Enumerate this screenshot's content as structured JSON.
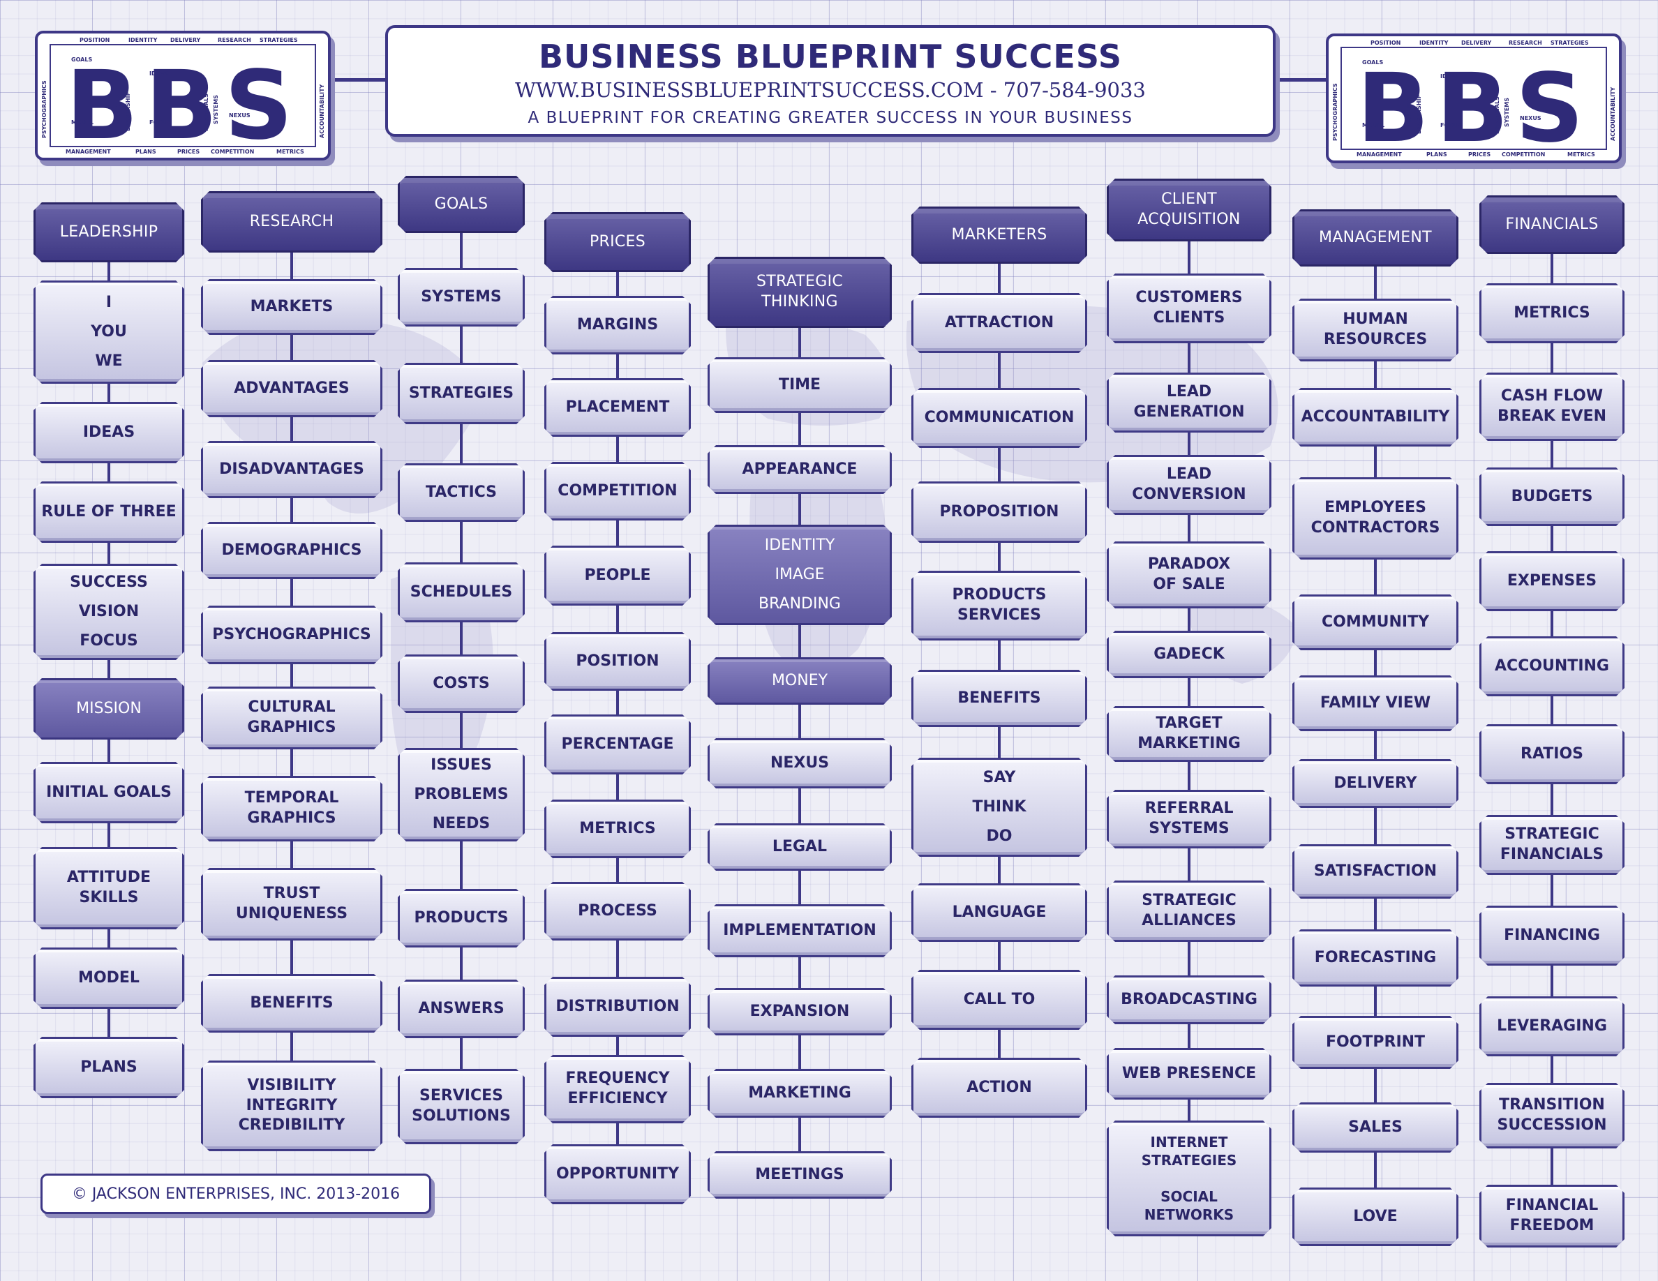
{
  "header": {
    "title": "BUSINESS BLUEPRINT SUCCESS",
    "web": "WWW.BUSINESSBLUEPRINTSUCCESS.COM - 707-584-9033",
    "tagline": "A BLUEPRINT FOR CREATING GREATER SUCCESS IN YOUR BUSINESS"
  },
  "logo": {
    "letters": "BBS",
    "top_labels": [
      "POSITION",
      "IDENTITY",
      "DELIVERY",
      "RESEARCH",
      "STRATEGIES"
    ],
    "bottom_labels": [
      "MANAGEMENT",
      "PLANS",
      "PRICES",
      "COMPETITION",
      "METRICS"
    ],
    "side_left": "PSYCHOGRAPHICS",
    "side_right": "ACCOUNTABILITY",
    "inner_labels": [
      "GOALS",
      "MODEL",
      "IDEAS",
      "FOCUS",
      "MARKETS",
      "LEADERSHIP",
      "FINANCIALS",
      "SYSTEMS",
      "NEXUS"
    ]
  },
  "copyright": "© JACKSON ENTERPRISES, INC. 2013-2016",
  "colors": {
    "primary": "#3d3786",
    "accent": "#5a549e",
    "light": "#dcdcee"
  },
  "columns": [
    {
      "head": "LEADERSHIP",
      "items": [
        {
          "text": "I\nYOU\nWE"
        },
        {
          "text": "IDEAS"
        },
        {
          "text": "RULE OF THREE"
        },
        {
          "text": "SUCCESS\nVISION\nFOCUS"
        },
        {
          "text": "MISSION",
          "dark": true
        },
        {
          "text": "INITIAL GOALS"
        },
        {
          "text": "ATTITUDE\nSKILLS"
        },
        {
          "text": "MODEL"
        },
        {
          "text": "PLANS"
        }
      ]
    },
    {
      "head": "RESEARCH",
      "items": [
        {
          "text": "MARKETS"
        },
        {
          "text": "ADVANTAGES"
        },
        {
          "text": "DISADVANTAGES"
        },
        {
          "text": "DEMOGRAPHICS"
        },
        {
          "text": "PSYCHOGRAPHICS"
        },
        {
          "text": "CULTURAL\nGRAPHICS"
        },
        {
          "text": "TEMPORAL\nGRAPHICS"
        },
        {
          "text": "TRUST\nUNIQUENESS"
        },
        {
          "text": "BENEFITS"
        },
        {
          "text": "VISIBILITY\nINTEGRITY\nCREDIBILITY"
        }
      ]
    },
    {
      "head": "GOALS",
      "items": [
        {
          "text": "SYSTEMS"
        },
        {
          "text": "STRATEGIES"
        },
        {
          "text": "TACTICS"
        },
        {
          "text": "SCHEDULES"
        },
        {
          "text": "COSTS"
        },
        {
          "text": "ISSUES\nPROBLEMS\nNEEDS"
        },
        {
          "text": "PRODUCTS"
        },
        {
          "text": "ANSWERS"
        },
        {
          "text": "SERVICES\nSOLUTIONS"
        }
      ]
    },
    {
      "head": "PRICES",
      "items": [
        {
          "text": "MARGINS"
        },
        {
          "text": "PLACEMENT"
        },
        {
          "text": "COMPETITION"
        },
        {
          "text": "PEOPLE"
        },
        {
          "text": "POSITION"
        },
        {
          "text": "PERCENTAGE"
        },
        {
          "text": "METRICS"
        },
        {
          "text": "PROCESS"
        },
        {
          "text": "DISTRIBUTION"
        },
        {
          "text": "FREQUENCY\nEFFICIENCY"
        },
        {
          "text": "OPPORTUNITY"
        }
      ]
    },
    {
      "head": "STRATEGIC\nTHINKING",
      "items": [
        {
          "text": "TIME"
        },
        {
          "text": "APPEARANCE"
        },
        {
          "text": "IDENTITY\nIMAGE\nBRANDING",
          "dark": true
        },
        {
          "text": "MONEY",
          "dark": true
        },
        {
          "text": "NEXUS"
        },
        {
          "text": "LEGAL"
        },
        {
          "text": "IMPLEMENTATION"
        },
        {
          "text": "EXPANSION"
        },
        {
          "text": "MARKETING"
        },
        {
          "text": "MEETINGS"
        }
      ]
    },
    {
      "head": "MARKETERS",
      "items": [
        {
          "text": "ATTRACTION"
        },
        {
          "text": "COMMUNICATION"
        },
        {
          "text": "PROPOSITION"
        },
        {
          "text": "PRODUCTS\nSERVICES"
        },
        {
          "text": "BENEFITS"
        },
        {
          "text": "SAY\nTHINK\nDO"
        },
        {
          "text": "LANGUAGE"
        },
        {
          "text": "CALL TO"
        },
        {
          "text": "ACTION"
        }
      ]
    },
    {
      "head": "CLIENT\nACQUISITION",
      "items": [
        {
          "text": "CUSTOMERS\nCLIENTS"
        },
        {
          "text": "LEAD\nGENERATION"
        },
        {
          "text": "LEAD\nCONVERSION"
        },
        {
          "text": "PARADOX\nOF SALE"
        },
        {
          "text": "GADECK"
        },
        {
          "text": "TARGET\nMARKETING"
        },
        {
          "text": "REFERRAL\nSYSTEMS"
        },
        {
          "text": "STRATEGIC\nALLIANCES"
        },
        {
          "text": "BROADCASTING"
        },
        {
          "text": "WEB PRESENCE"
        },
        {
          "text": "INTERNET\nSTRATEGIES\n\nSOCIAL\nNETWORKS"
        }
      ]
    },
    {
      "head": "MANAGEMENT",
      "items": [
        {
          "text": "HUMAN\nRESOURCES"
        },
        {
          "text": "ACCOUNTABILITY"
        },
        {
          "text": "EMPLOYEES\nCONTRACTORS"
        },
        {
          "text": "COMMUNITY"
        },
        {
          "text": "FAMILY VIEW"
        },
        {
          "text": "DELIVERY"
        },
        {
          "text": "SATISFACTION"
        },
        {
          "text": "FORECASTING"
        },
        {
          "text": "FOOTPRINT"
        },
        {
          "text": "SALES"
        },
        {
          "text": "LOVE"
        }
      ]
    },
    {
      "head": "FINANCIALS",
      "items": [
        {
          "text": "METRICS"
        },
        {
          "text": "CASH FLOW\nBREAK EVEN"
        },
        {
          "text": "BUDGETS"
        },
        {
          "text": "EXPENSES"
        },
        {
          "text": "ACCOUNTING"
        },
        {
          "text": "RATIOS"
        },
        {
          "text": "STRATEGIC\nFINANCIALS"
        },
        {
          "text": "FINANCING"
        },
        {
          "text": "LEVERAGING"
        },
        {
          "text": "TRANSITION\nSUCCESSION"
        },
        {
          "text": "FINANCIAL\nFREEDOM"
        }
      ]
    }
  ]
}
